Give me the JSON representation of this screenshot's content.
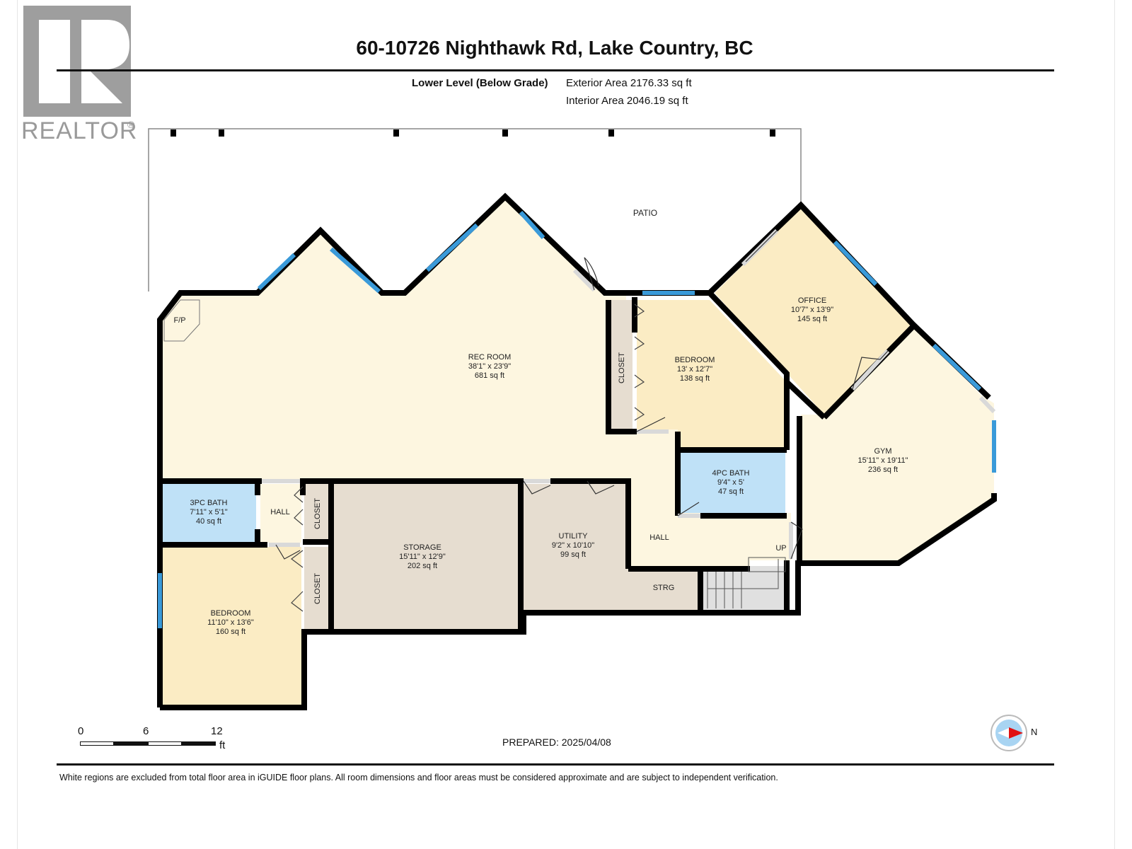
{
  "branding": {
    "logo_letter": "R",
    "logo_text": "REALTOR",
    "logo_reg": "®"
  },
  "header": {
    "title": "60-10726 Nighthawk Rd, Lake Country, BC",
    "level": "Lower Level (Below Grade)",
    "exterior_area": "Exterior Area 2176.33 sq ft",
    "interior_area": "Interior Area 2046.19 sq ft"
  },
  "colors": {
    "living": "#fdf6e0",
    "bedroom": "#fbecc4",
    "bath": "#bfe1f7",
    "storage": "#e6ddd0",
    "wall": "#000000",
    "window": "#3a9ad9",
    "door": "#d9d9d9",
    "stairs": "#e0e0e0"
  },
  "plan": {
    "patio": {
      "label": "PATIO"
    },
    "fireplace": {
      "label": "F/P"
    },
    "rooms": [
      {
        "id": "rec-room",
        "name": "REC ROOM",
        "dims": "38'1\" x 23'9\"",
        "area": "681 sq ft"
      },
      {
        "id": "bedroom-1",
        "name": "BEDROOM",
        "dims": "13' x 12'7\"",
        "area": "138 sq ft"
      },
      {
        "id": "office",
        "name": "OFFICE",
        "dims": "10'7\" x 13'9\"",
        "area": "145 sq ft"
      },
      {
        "id": "gym",
        "name": "GYM",
        "dims": "15'11\" x 19'11\"",
        "area": "236 sq ft"
      },
      {
        "id": "4pc-bath",
        "name": "4PC BATH",
        "dims": "9'4\" x 5'",
        "area": "47 sq ft"
      },
      {
        "id": "3pc-bath",
        "name": "3PC BATH",
        "dims": "7'11\" x 5'1\"",
        "area": "40 sq ft"
      },
      {
        "id": "storage",
        "name": "STORAGE",
        "dims": "15'11\" x 12'9\"",
        "area": "202 sq ft"
      },
      {
        "id": "utility",
        "name": "UTILITY",
        "dims": "9'2\" x 10'10\"",
        "area": "99 sq ft"
      },
      {
        "id": "bedroom-2",
        "name": "BEDROOM",
        "dims": "11'10\" x 13'6\"",
        "area": "160 sq ft"
      }
    ],
    "minor_labels": {
      "closet_1": "CLOSET",
      "closet_2": "CLOSET",
      "closet_3": "CLOSET",
      "hall_1": "HALL",
      "hall_2": "HALL",
      "strg": "STRG",
      "up": "UP"
    }
  },
  "scale_bar": {
    "labels": [
      "0",
      "6",
      "12"
    ],
    "unit": "ft"
  },
  "prepared": "PREPARED: 2025/04/08",
  "compass": {
    "label": "N"
  },
  "footer": {
    "disclaimer": "White regions are excluded from total floor area in iGUIDE floor plans. All room dimensions and floor areas must be considered approximate and are subject to independent verification."
  }
}
